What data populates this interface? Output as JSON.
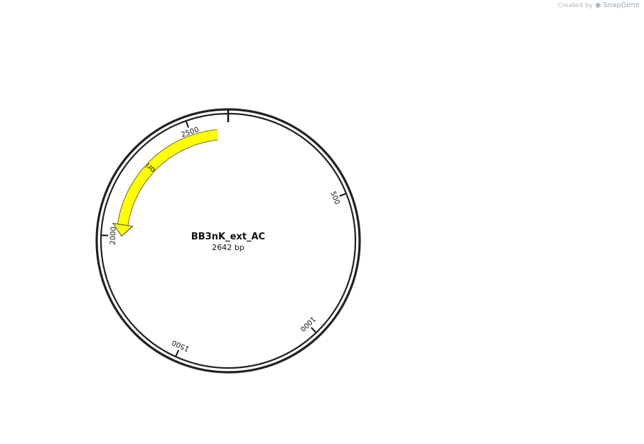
{
  "credit": {
    "created_by": "Created by",
    "brand": "SnapGene"
  },
  "map": {
    "name": "BB3nK_ext_AC",
    "length_label": "2642 bp",
    "length": 2642
  },
  "ruler": [
    {
      "pos": 500,
      "label": "500"
    },
    {
      "pos": 1000,
      "label": "1000"
    },
    {
      "pos": 1500,
      "label": "1500"
    },
    {
      "pos": 2000,
      "label": "2000"
    },
    {
      "pos": 2500,
      "label": "2500"
    }
  ],
  "features": [
    {
      "id": "ori",
      "label": "ori",
      "start": 2000,
      "end": 2600,
      "dir": -1,
      "color": "#ffff00"
    }
  ],
  "sites": [],
  "primers": []
}
